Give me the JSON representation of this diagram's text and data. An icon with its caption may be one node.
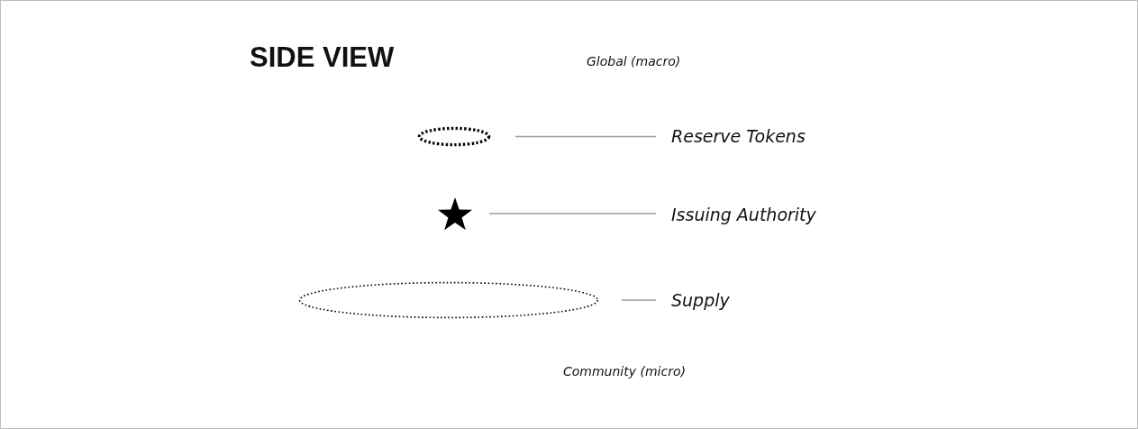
{
  "diagram": {
    "title": "SIDE VIEW",
    "nodes": [
      {
        "text": [],
        "shape": "ellipse"
      },
      {
        "text": [
          "Reserve Tokens"
        ]
      },
      {
        "text": [],
        "shape": "star"
      },
      {
        "text": [
          "Issuing Authority"
        ]
      },
      {
        "text": [],
        "shape": "ellipse"
      },
      {
        "text": [
          "Supply"
        ]
      }
    ],
    "edges": [
      {
        "from": 0,
        "to": 1,
        "arrow": "none"
      },
      {
        "from": 2,
        "to": 3,
        "arrow": "none"
      },
      {
        "from": 4,
        "to": 5,
        "arrow": "none"
      }
    ],
    "labels": [
      "Global (macro)",
      "Community (micro)"
    ]
  }
}
